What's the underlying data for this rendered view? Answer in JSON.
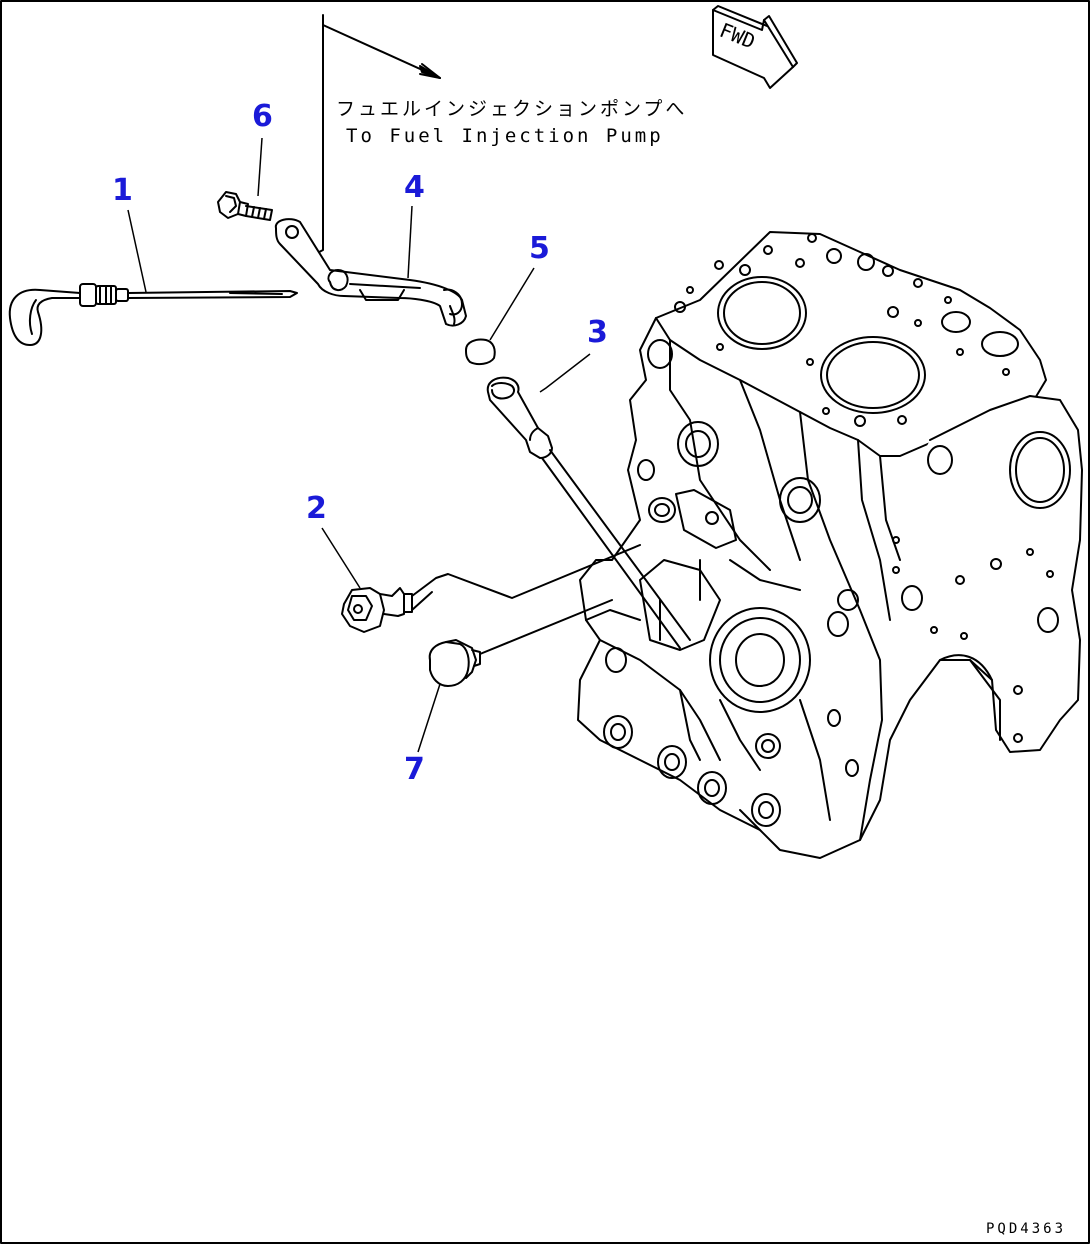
{
  "callouts": [
    "1",
    "2",
    "3",
    "4",
    "5",
    "6",
    "7"
  ],
  "note": {
    "jp": "フュエルインジェクションポンプへ",
    "en": "To Fuel Injection Pump"
  },
  "fwd_label": "FWD",
  "drawing_code": "PQD4363",
  "colors": {
    "callout": "#1a1ad8",
    "line": "#000000"
  }
}
